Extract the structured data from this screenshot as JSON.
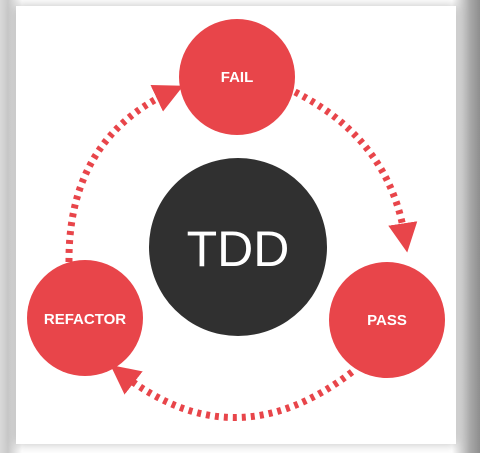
{
  "center": {
    "label": "TDD"
  },
  "nodes": {
    "fail": {
      "label": "FAIL"
    },
    "pass": {
      "label": "PASS"
    },
    "refactor": {
      "label": "REFACTOR"
    }
  },
  "colors": {
    "node": "#e8454a",
    "center": "#303030",
    "arrow": "#e8454a",
    "text": "#ffffff"
  }
}
